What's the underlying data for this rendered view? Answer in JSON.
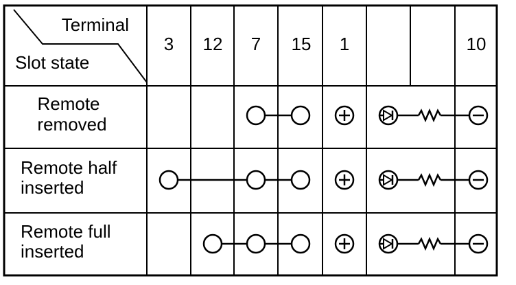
{
  "header": {
    "terminal_label": "Terminal",
    "slot_state_label": "Slot state",
    "terminals": [
      "3",
      "12",
      "7",
      "15",
      "1",
      "",
      "10"
    ]
  },
  "rows": [
    {
      "label_lines": [
        "Remote",
        "removed"
      ]
    },
    {
      "label_lines": [
        "Remote half",
        "inserted"
      ]
    },
    {
      "label_lines": [
        "Remote full",
        "inserted"
      ]
    }
  ],
  "connections": [
    {
      "row": 0,
      "open_terminals": [
        "7",
        "15"
      ]
    },
    {
      "row": 1,
      "open_terminals": [
        "3",
        "7",
        "15"
      ]
    },
    {
      "row": 2,
      "open_terminals": [
        "12",
        "7",
        "15"
      ]
    }
  ],
  "circuit_symbols": [
    "plus-terminal",
    "led-diode",
    "resistor",
    "minus-terminal"
  ]
}
